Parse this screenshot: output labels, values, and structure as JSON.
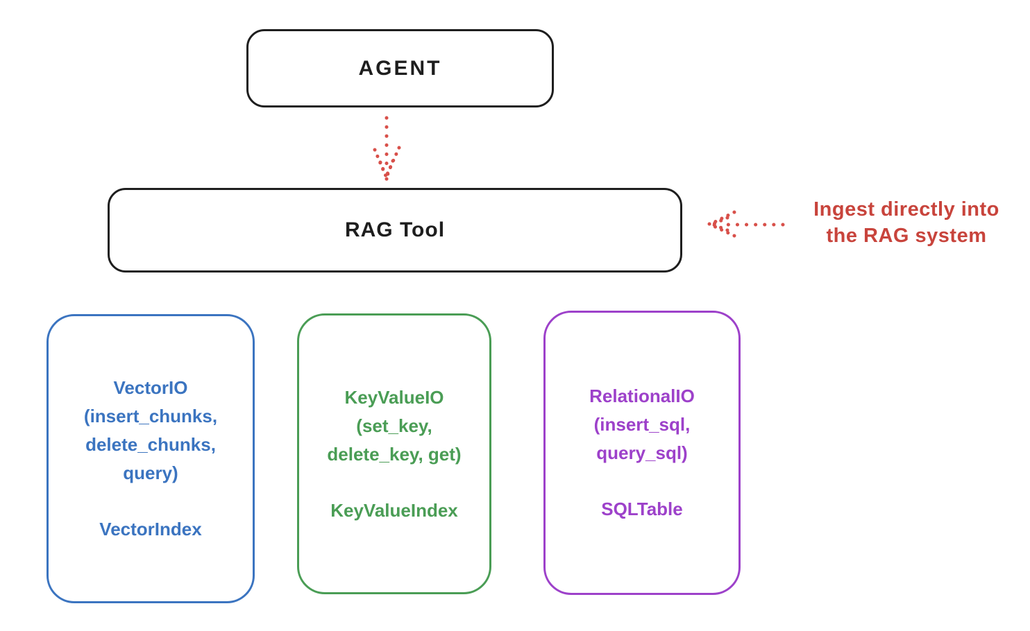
{
  "diagram": {
    "title_implicit": "RAG Tool architecture sketch",
    "colors": {
      "stroke_black": "#1e1e1e",
      "accent_red": "#c8443c",
      "arrow_red": "#d8504a",
      "vector_blue": "#3b74c0",
      "keyvalue_green": "#4a9d55",
      "relational_purple": "#9d41ca",
      "background": "#ffffff"
    },
    "agent_box": {
      "label": "AGENT"
    },
    "rag_tool_box": {
      "label": "RAG Tool"
    },
    "annotation": {
      "line1": "Ingest directly into",
      "line2": "the RAG system"
    },
    "arrows": [
      {
        "name": "agent-to-rag-dotted-arrow",
        "direction": "down"
      },
      {
        "name": "annotation-to-rag-dotted-arrow",
        "direction": "left"
      }
    ],
    "backends": [
      {
        "id": "vector",
        "color": "#3b74c0",
        "lines": [
          "VectorIO",
          "(insert_chunks,",
          "delete_chunks,",
          "query)"
        ],
        "index_label": "VectorIndex"
      },
      {
        "id": "keyvalue",
        "color": "#4a9d55",
        "lines": [
          "KeyValueIO",
          "(set_key,",
          "delete_key, get)"
        ],
        "index_label": "KeyValueIndex"
      },
      {
        "id": "relational",
        "color": "#9d41ca",
        "lines": [
          "RelationalIO",
          "(insert_sql,",
          "query_sql)"
        ],
        "index_label": "SQLTable"
      }
    ]
  }
}
